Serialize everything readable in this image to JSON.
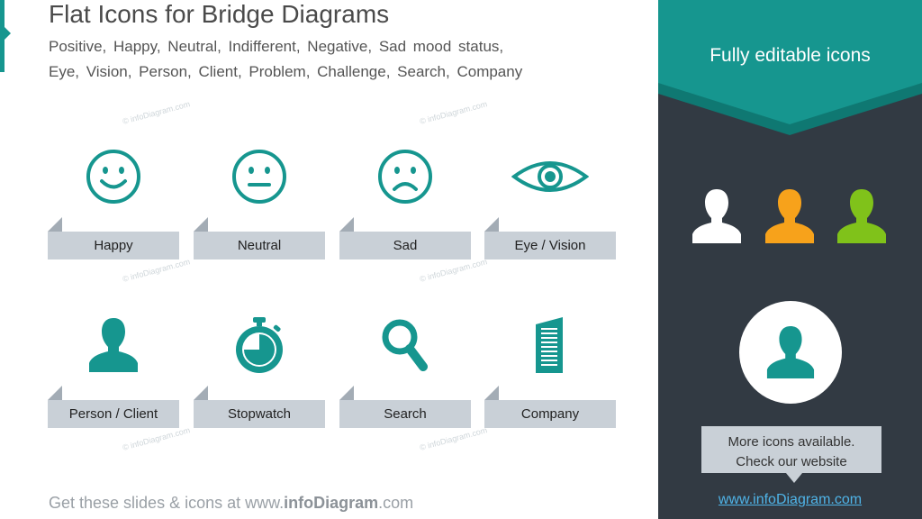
{
  "header": {
    "title": "Flat Icons for Bridge Diagrams",
    "subtitle_line1": "Positive, Happy, Neutral, Indifferent, Negative, Sad mood status,",
    "subtitle_line2": "Eye, Vision, Person, Client, Problem, Challenge, Search, Company"
  },
  "watermark": "© infoDiagram.com",
  "tiles": [
    {
      "label": "Happy",
      "icon": "happy-face-icon"
    },
    {
      "label": "Neutral",
      "icon": "neutral-face-icon"
    },
    {
      "label": "Sad",
      "icon": "sad-face-icon"
    },
    {
      "label": "Eye / Vision",
      "icon": "eye-icon"
    },
    {
      "label": "Person / Client",
      "icon": "person-icon"
    },
    {
      "label": "Stopwatch",
      "icon": "stopwatch-icon"
    },
    {
      "label": "Search",
      "icon": "magnifier-icon"
    },
    {
      "label": "Company",
      "icon": "building-icon"
    }
  ],
  "right_panel": {
    "banner_text": "Fully editable icons",
    "avatar_colors": [
      "#ffffff",
      "#f7a21b",
      "#80c21a"
    ],
    "callout_line1": "More icons available.",
    "callout_line2": "Check our website",
    "link": "www.infoDiagram.com"
  },
  "footer": {
    "prefix": "Get these slides  & icons  at www.",
    "brand": "infoDiagram",
    "suffix": ".com"
  },
  "colors": {
    "accent": "#16968f",
    "panel": "#323a43",
    "label_bg": "#c9d0d7"
  }
}
